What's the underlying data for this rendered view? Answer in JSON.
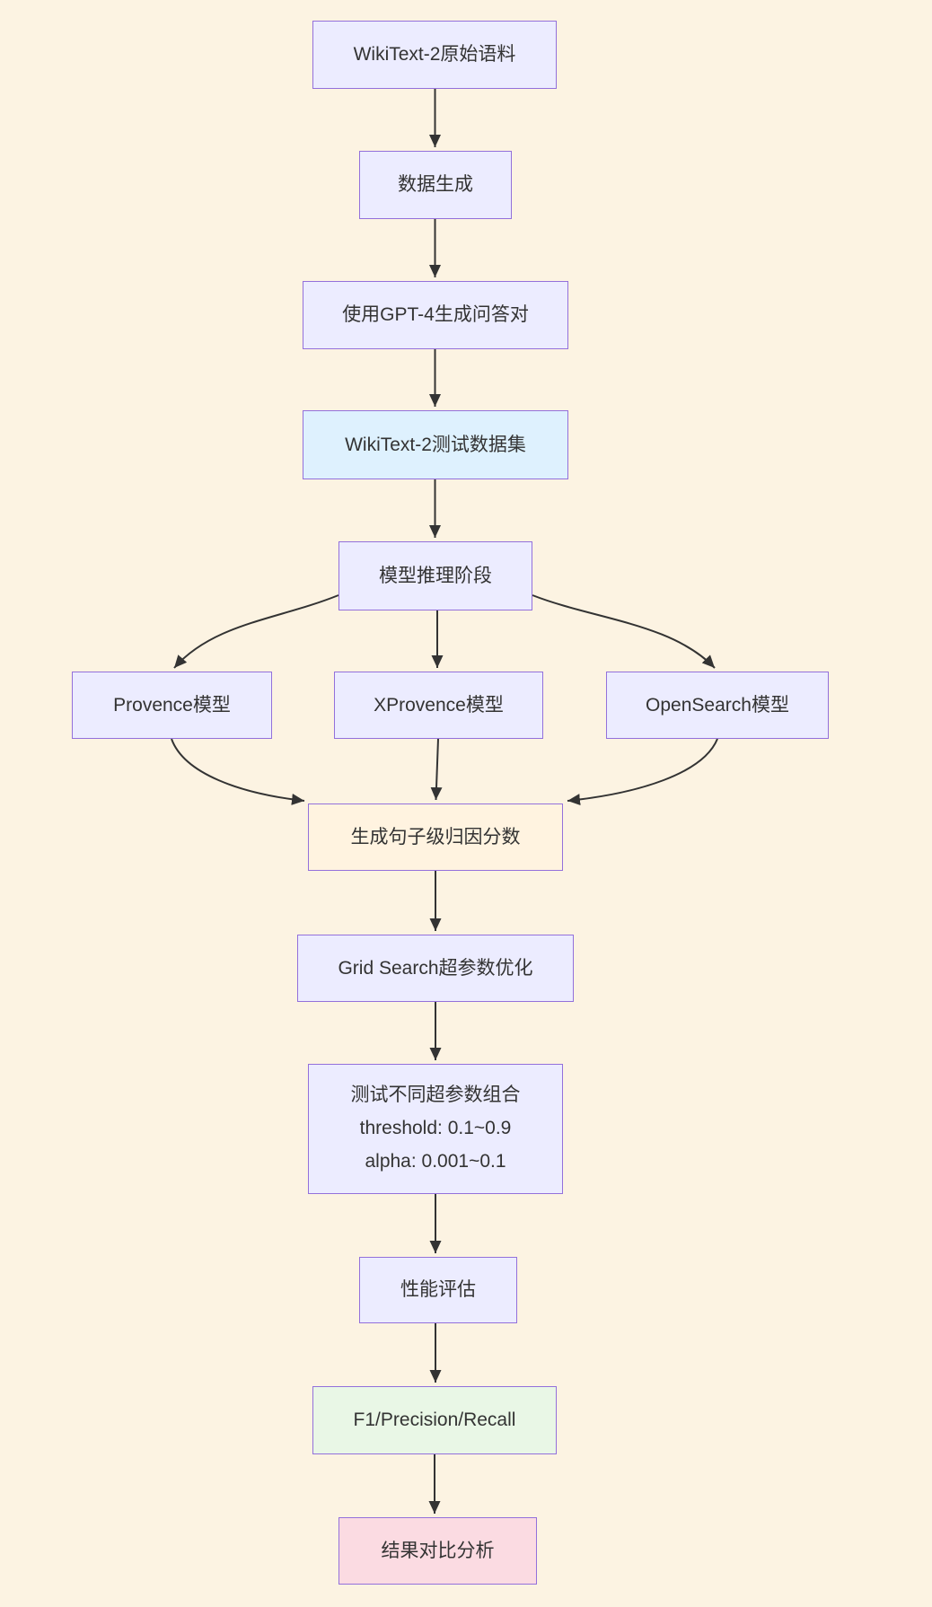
{
  "diagram": {
    "type": "flowchart-top-down",
    "background": "#FCF3E2",
    "colors": {
      "node_fill": "#ECECFF",
      "node_border": "#9370DB",
      "blue_fill": "#DEF1FE",
      "cream_fill": "#FFF3E0",
      "green_fill": "#E9F7E6",
      "pink_fill": "#FBDBE2",
      "edge": "#333333",
      "text": "#333333"
    },
    "nodes": {
      "corpus": {
        "label": "WikiText-2原始语料"
      },
      "datagen": {
        "label": "数据生成"
      },
      "gpt4": {
        "label": "使用GPT-4生成问答对"
      },
      "testset": {
        "label": "WikiText-2测试数据集"
      },
      "inference": {
        "label": "模型推理阶段"
      },
      "provence": {
        "label": "Provence模型"
      },
      "xprovence": {
        "label": "XProvence模型"
      },
      "opensearch": {
        "label": "OpenSearch模型"
      },
      "attribution": {
        "label": "生成句子级归因分数"
      },
      "gridsearch": {
        "label": "Grid Search超参数优化"
      },
      "hyperparam": {
        "lines": [
          "测试不同超参数组合",
          "threshold: 0.1~0.9",
          "alpha: 0.001~0.1"
        ]
      },
      "eval": {
        "label": "性能评估"
      },
      "metrics": {
        "label": "F1/Precision/Recall"
      },
      "result": {
        "label": "结果对比分析"
      }
    },
    "edges": [
      "corpus->datagen",
      "datagen->gpt4",
      "gpt4->testset",
      "testset->inference",
      "inference->provence",
      "inference->xprovence",
      "inference->opensearch",
      "provence->attribution",
      "xprovence->attribution",
      "opensearch->attribution",
      "attribution->gridsearch",
      "gridsearch->hyperparam",
      "hyperparam->eval",
      "eval->metrics",
      "metrics->result"
    ]
  }
}
